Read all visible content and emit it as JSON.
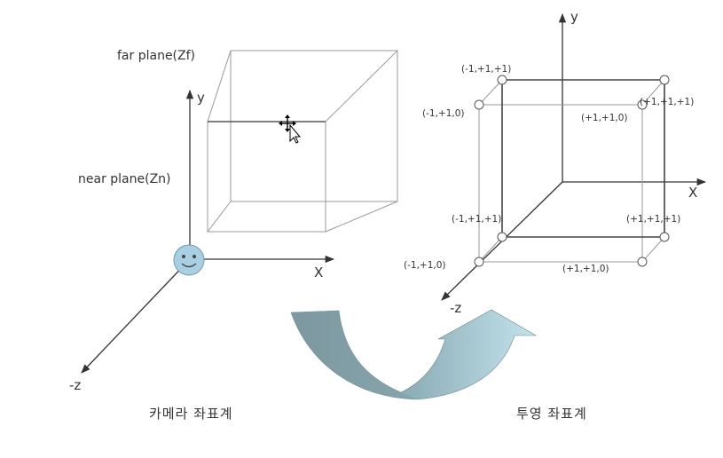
{
  "camera": {
    "far_plane_label": "far plane(Zf)",
    "near_plane_label": "near plane(Zn)",
    "axis_y": "y",
    "axis_x": "X",
    "axis_z": "-z",
    "caption": "카메라 좌표계"
  },
  "projection": {
    "axis_y": "y",
    "axis_x": "X",
    "axis_z": "-z",
    "corners": [
      "(-1,+1,+1)",
      "(+1,+1,+1)",
      "(-1,+1,0)",
      "(+1,+1,0)",
      "(-1,+1,+1)",
      "(+1,+1,+1)",
      "(-1,+1,0)",
      "(+1,+1,0)"
    ],
    "caption": "투영 좌표계"
  },
  "colors": {
    "arrow_dark": "#7f9aa2",
    "arrow_light": "#bcdde6",
    "smiley_face": "#a9cfe3"
  },
  "icons": [
    "move-cursor-icon",
    "smiley-camera-icon",
    "transform-arrow-icon"
  ]
}
